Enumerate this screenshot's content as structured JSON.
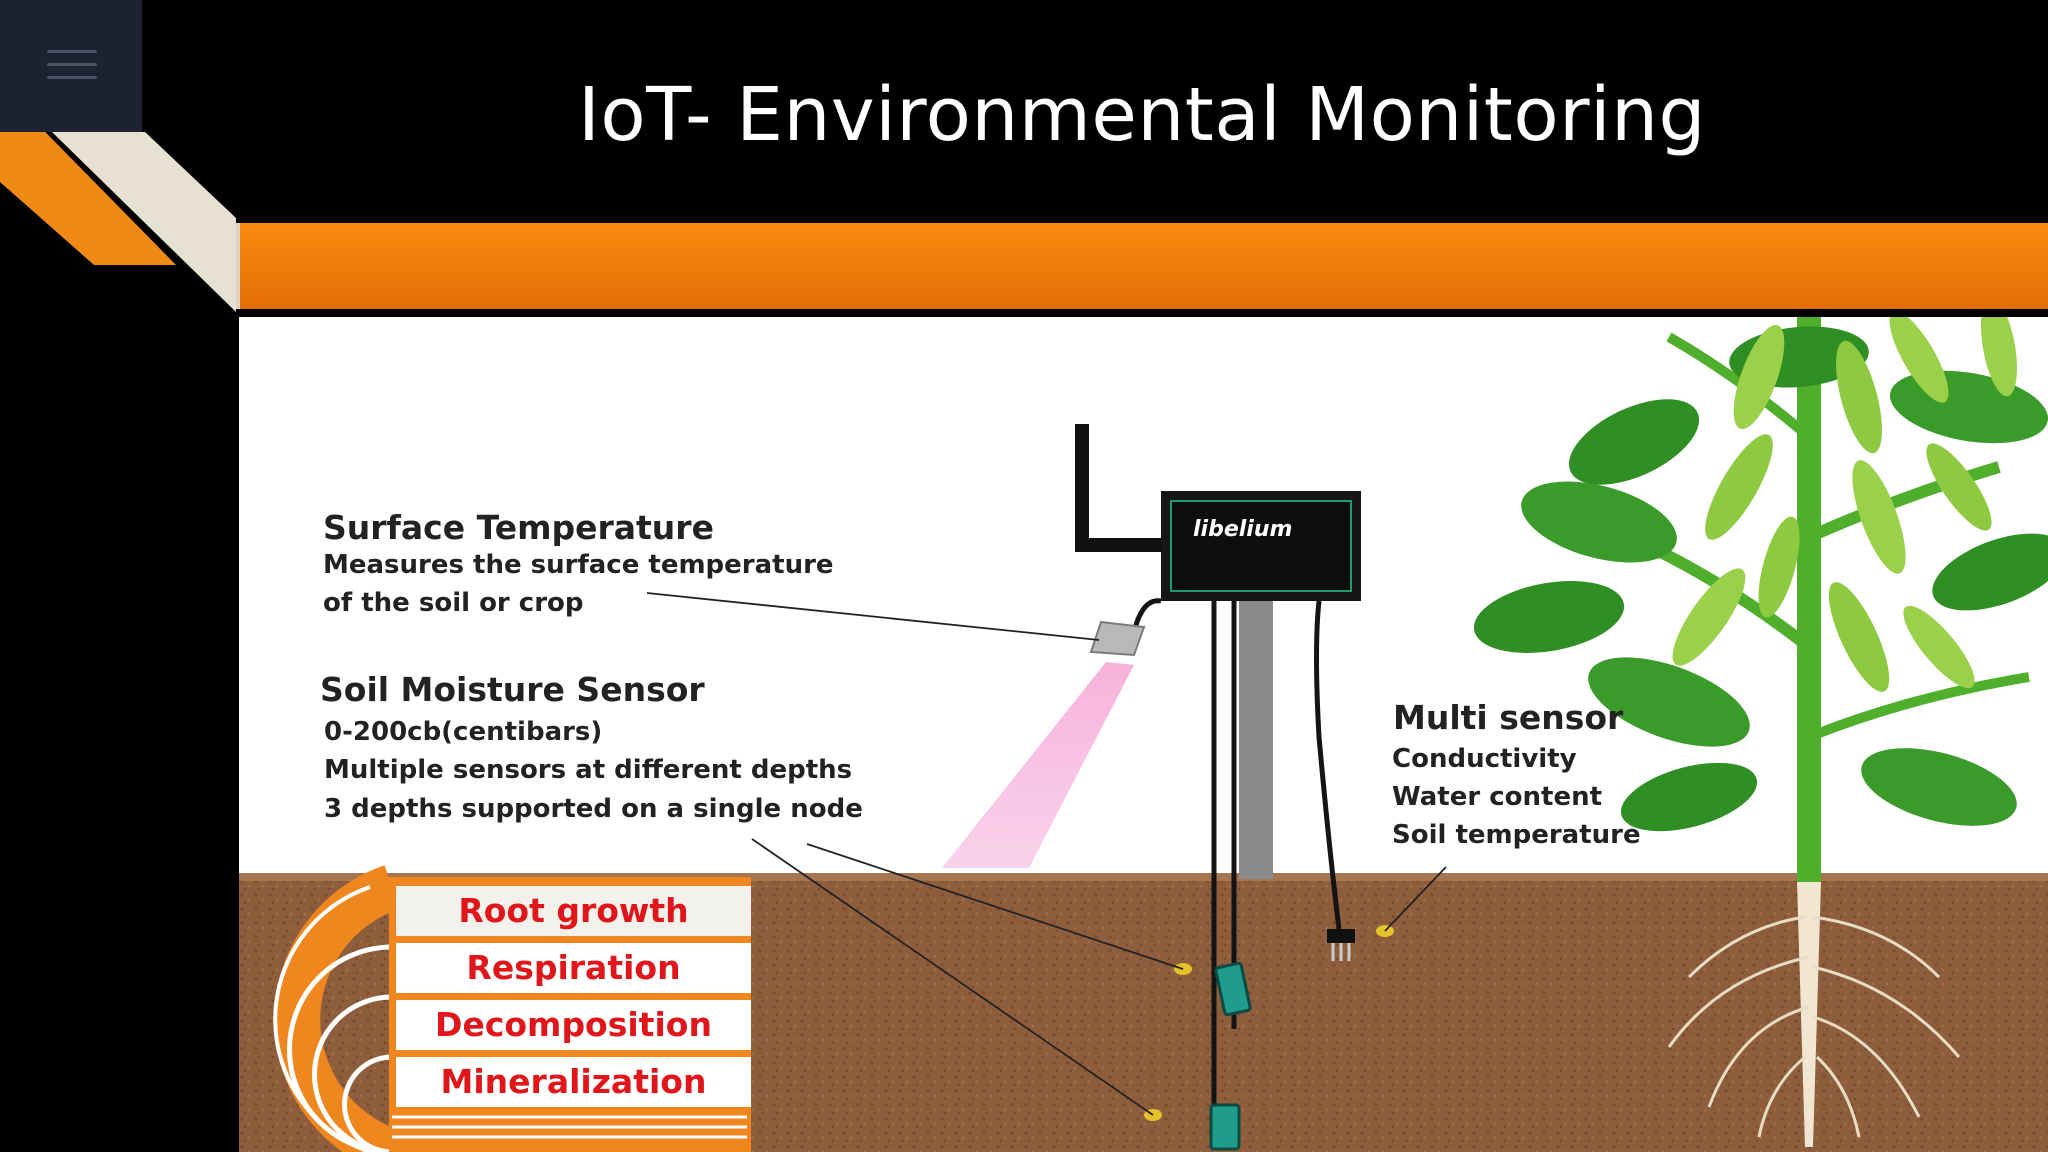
{
  "slide": {
    "title": "IoT- Environmental Monitoring"
  },
  "colors": {
    "accent": "#f98a10",
    "soil": "#8b5a3a",
    "label_red": "#e0161b",
    "sensor_teal": "#1f9c8c"
  },
  "diagram": {
    "device_logo": "libelium",
    "surface_temperature": {
      "heading": "Surface Temperature",
      "lines": [
        "Measures the surface temperature",
        "of the soil or crop"
      ]
    },
    "soil_moisture": {
      "heading": "Soil Moisture Sensor",
      "lines": [
        "0-200cb(centibars)",
        "Multiple sensors at different depths",
        "3 depths supported on a single node"
      ]
    },
    "multi_sensor": {
      "heading": "Multi sensor",
      "lines": [
        "Conductivity",
        "Water content",
        "Soil temperature"
      ]
    },
    "processes": [
      "Root growth",
      "Respiration",
      "Decomposition",
      "Mineralization"
    ]
  }
}
